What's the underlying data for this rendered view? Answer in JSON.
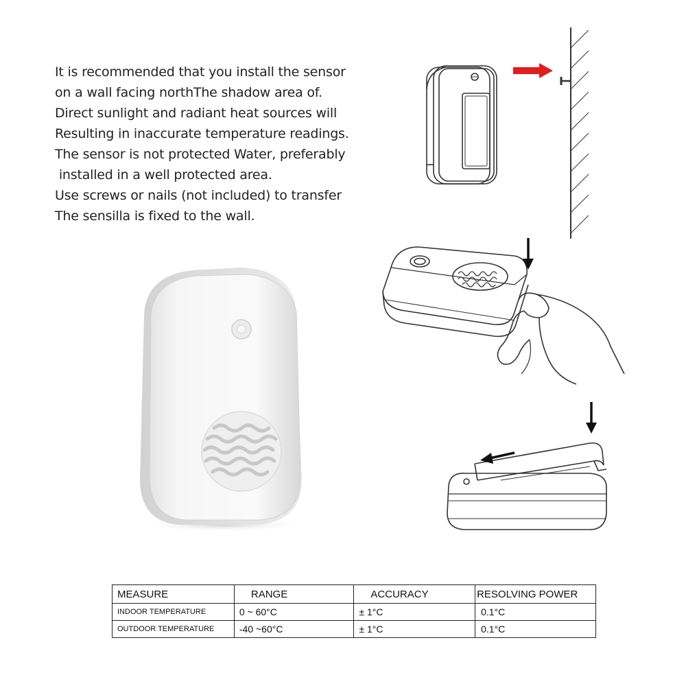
{
  "instructions": [
    "It is recommended that you install the sensor",
    "on a wall facing northThe shadow area of.",
    "Direct sunlight and radiant heat sources will",
    "Resulting in inaccurate temperature readings.",
    "The sensor is not protected Water, preferably",
    " installed in a well protected area.",
    "Use screws or nails (not included) to transfer",
    "The sensilla is fixed to the wall."
  ],
  "colors": {
    "arrow_red": "#e11d1d",
    "line_art": "#333333",
    "device_body": "#f4f4f4"
  },
  "illustrations": [
    {
      "name": "wall-mount-step",
      "icon": "wall-mount-icon"
    },
    {
      "name": "battery-cover-press-step",
      "icon": "hand-press-icon"
    },
    {
      "name": "battery-cover-slide-step",
      "icon": "slide-open-icon"
    },
    {
      "name": "sensor-product-photo",
      "icon": "sensor-device-icon"
    }
  ],
  "spec_table": {
    "headers": [
      "MEASURE",
      "RANGE",
      "ACCURACY",
      "RESOLVING POWER"
    ],
    "rows": [
      [
        "INDOOR TEMPERATURE",
        "0 ~ 60°C",
        "± 1°C",
        " 0.1°C"
      ],
      [
        "OUTDOOR TEMPERATURE",
        "-40 ~60°C",
        "± 1°C",
        " 0.1°C"
      ]
    ]
  }
}
